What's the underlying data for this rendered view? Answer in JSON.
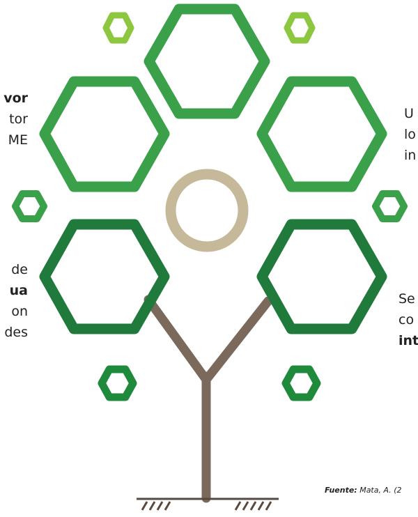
{
  "left_text_top": {
    "line1": "vor",
    "line2": "tor",
    "line3": "ME"
  },
  "left_text_bottom": {
    "line1": "de",
    "line2": "ua",
    "line3": "on",
    "line4": "des"
  },
  "right_text_top": {
    "line1": "U",
    "line2": "lo",
    "line3": "in"
  },
  "right_text_bottom": {
    "line1": "Se",
    "line2": "co",
    "line3": "int"
  },
  "source": {
    "label": "Fuente:",
    "text": "Mata, A. (2"
  },
  "colors": {
    "hex_light": "#8dc63f",
    "hex_mid": "#3aa14a",
    "hex_dark": "#1f7a3c",
    "ring": "#c6b99a",
    "trunk": "#7b6a5b"
  }
}
